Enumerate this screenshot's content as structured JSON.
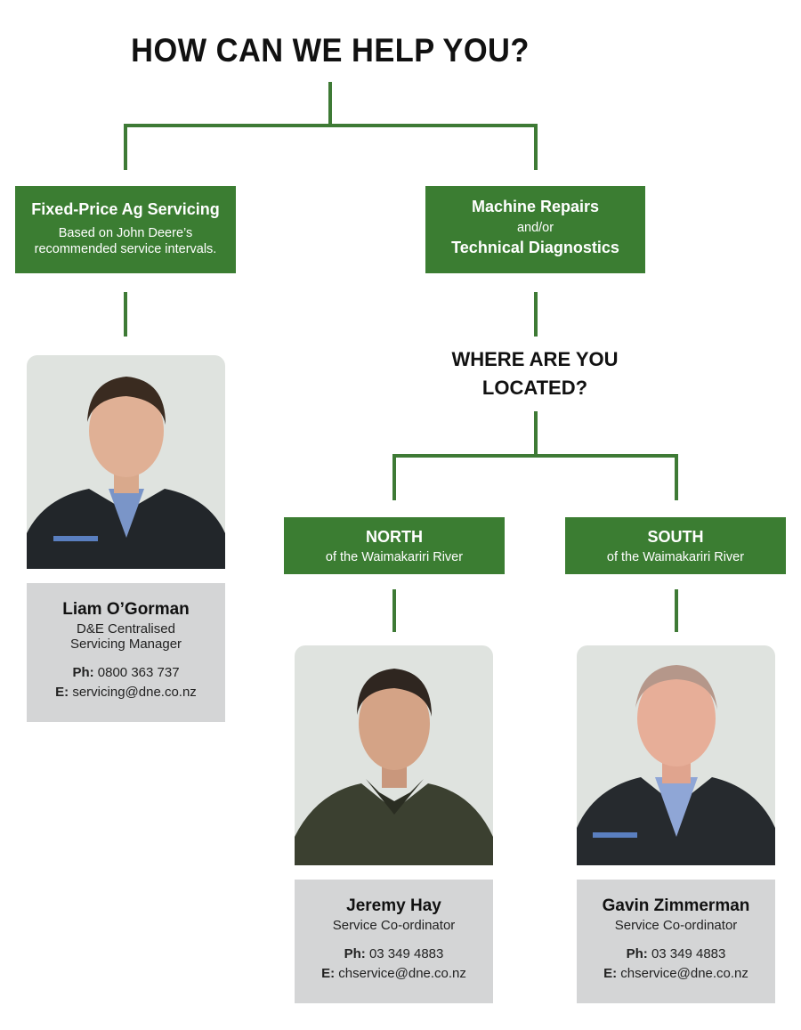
{
  "title": "HOW CAN WE HELP YOU?",
  "left_box": {
    "heading": "Fixed-Price Ag Servicing",
    "line1": "Based on John Deere’s",
    "line2": "recommended service intervals."
  },
  "right_box": {
    "heading1": "Machine Repairs",
    "connector": "and/or",
    "heading2": "Technical Diagnostics"
  },
  "location_question": {
    "line1": "WHERE ARE YOU",
    "line2": "LOCATED?"
  },
  "north_box": {
    "heading": "NORTH",
    "sub": "of the Waimakariri River"
  },
  "south_box": {
    "heading": "SOUTH",
    "sub": "of the Waimakariri River"
  },
  "contacts": [
    {
      "name": "Liam O’Gorman",
      "role_line1": "D&E Centralised",
      "role_line2": "Servicing Manager",
      "phone_label": "Ph:",
      "phone": "0800 363 737",
      "email_label": "E:",
      "email": "servicing@dne.co.nz"
    },
    {
      "name": "Jeremy Hay",
      "role_line1": "Service Co-ordinator",
      "phone_label": "Ph:",
      "phone": "03 349 4883",
      "email_label": "E:",
      "email": "chservice@dne.co.nz"
    },
    {
      "name": "Gavin Zimmerman",
      "role_line1": "Service Co-ordinator",
      "phone_label": "Ph:",
      "phone": "03 349 4883",
      "email_label": "E:",
      "email": "chservice@dne.co.nz"
    }
  ],
  "colors": {
    "brand_green": "#3b7d32",
    "card_grey": "#d4d5d6",
    "photo_bg": "#dfe3df"
  }
}
